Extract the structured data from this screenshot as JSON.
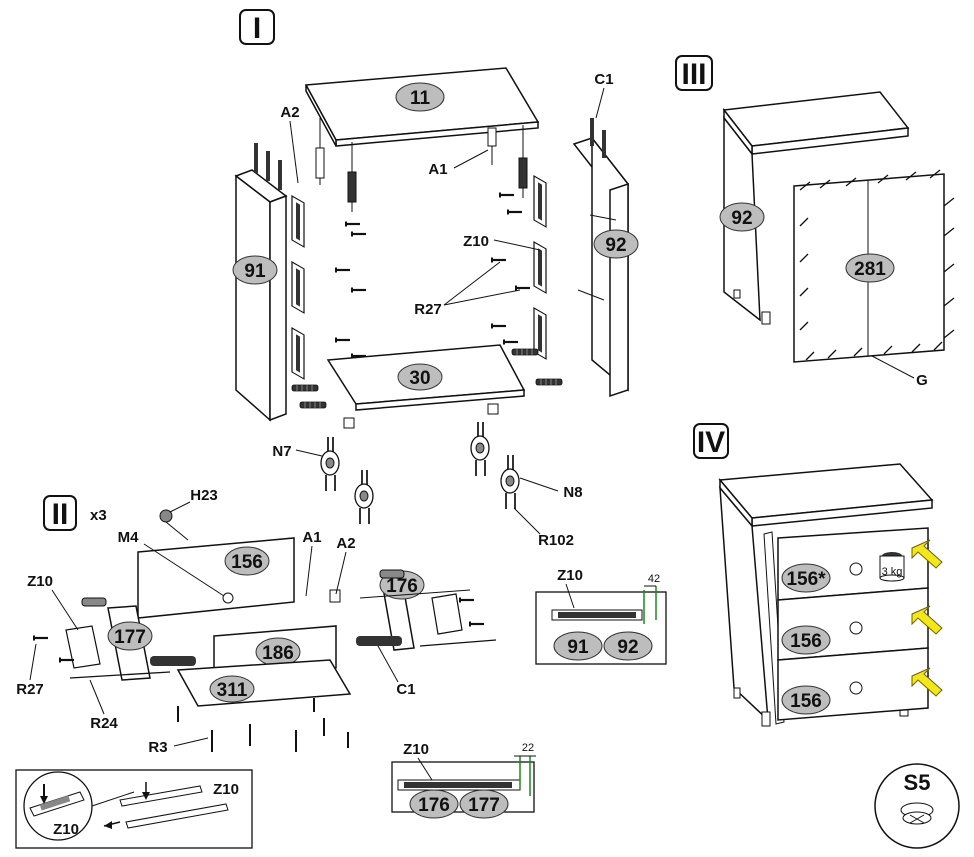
{
  "steps": {
    "one": "I",
    "two": "II",
    "two_count": "x3",
    "three": "III",
    "four": "IV"
  },
  "parts": {
    "top": "11",
    "side_left": "91",
    "side_right": "92",
    "bottom": "30",
    "back": "281",
    "drawer_back": "156",
    "drawer_front_star": "156*",
    "drawer_side_l": "177",
    "drawer_side_r": "176",
    "drawer_bottom_panel": "186",
    "drawer_base": "311"
  },
  "hardware": {
    "a1": "A1",
    "a2": "A2",
    "c1": "C1",
    "z10": "Z10",
    "r27": "R27",
    "n7": "N7",
    "n8": "N8",
    "r102": "R102",
    "g": "G",
    "h23": "H23",
    "m4": "M4",
    "r24": "R24",
    "r3": "R3",
    "s5": "S5"
  },
  "details": {
    "weight": "3 kg",
    "dim_42": "42",
    "dim_22": "22"
  }
}
